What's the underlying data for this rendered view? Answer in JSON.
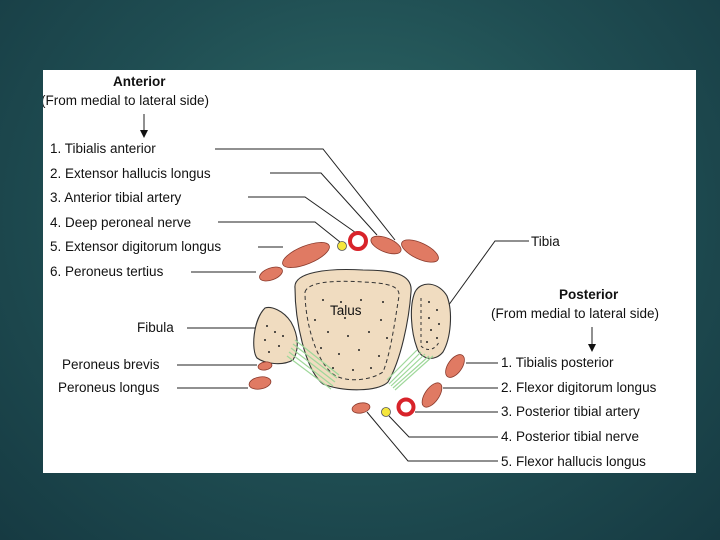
{
  "anterior": {
    "title": "Anterior",
    "subtitle": "(From medial to lateral side)",
    "items": [
      "1. Tibialis anterior",
      "2. Extensor hallucis longus",
      "3. Anterior tibial artery",
      "4. Deep peroneal nerve",
      "5. Extensor digitorum longus",
      "6. Peroneus tertius"
    ]
  },
  "posterior": {
    "title": "Posterior",
    "subtitle": "(From medial to lateral side)",
    "items": [
      "1. Tibialis posterior",
      "2. Flexor digitorum longus",
      "3. Posterior tibial artery",
      "4. Posterior tibial nerve",
      "5. Flexor hallucis longus"
    ]
  },
  "labels": {
    "tibia": "Tibia",
    "talus": "Talus",
    "fibula": "Fibula",
    "peroneus_brevis": "Peroneus brevis",
    "peroneus_longus": "Peroneus longus"
  },
  "colors": {
    "background": "#1f4d52",
    "muscle": "#e07a63",
    "bone": "#f0dcc0",
    "artery": "#d8232a",
    "nerve": "#f5e63c",
    "ligament": "#9fd89a"
  }
}
